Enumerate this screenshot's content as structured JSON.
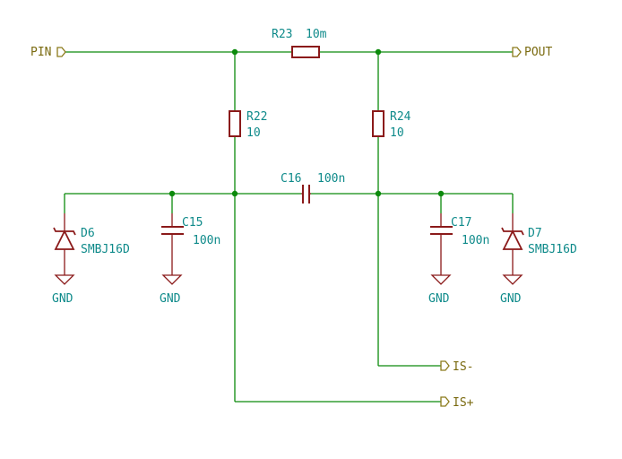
{
  "ports": {
    "pin": "PIN",
    "pout": "POUT",
    "is_minus": "IS-",
    "is_plus": "IS+"
  },
  "components": {
    "r23": {
      "ref": "R23",
      "value": "10m"
    },
    "r22": {
      "ref": "R22",
      "value": "10"
    },
    "r24": {
      "ref": "R24",
      "value": "10"
    },
    "c16": {
      "ref": "C16",
      "value": "100n"
    },
    "c15": {
      "ref": "C15",
      "value": "100n"
    },
    "c17": {
      "ref": "C17",
      "value": "100n"
    },
    "d6": {
      "ref": "D6",
      "value": "SMBJ16D"
    },
    "d7": {
      "ref": "D7",
      "value": "SMBJ16D"
    }
  },
  "grounds": [
    "GND",
    "GND",
    "GND",
    "GND"
  ],
  "colors": {
    "wire": "#0c8a0c",
    "component": "#8b1a1a",
    "label": "#0e8a8a",
    "port": "#7a6a10"
  }
}
